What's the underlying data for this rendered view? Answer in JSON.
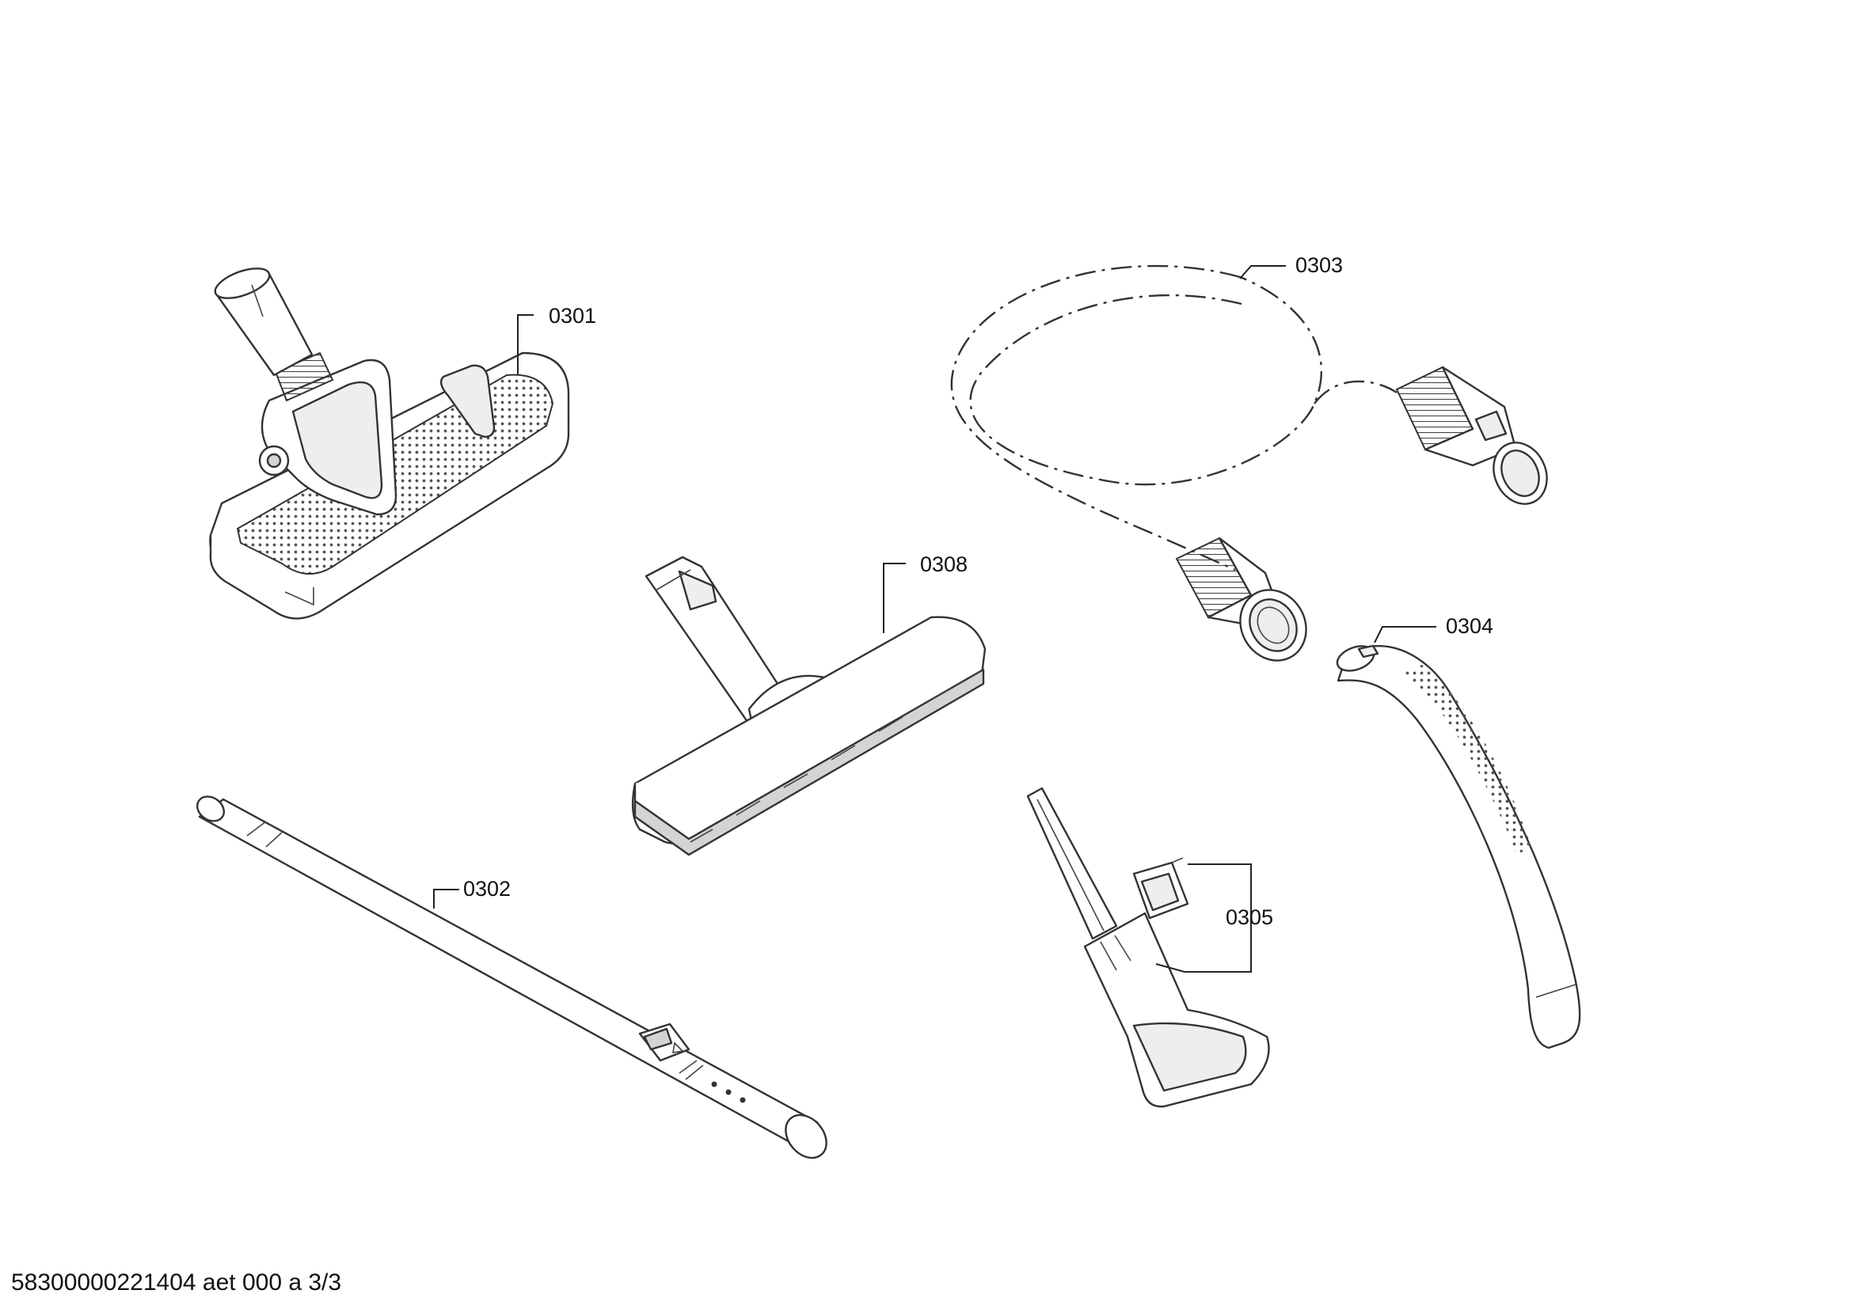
{
  "parts": [
    {
      "id": "0301",
      "label": "0301",
      "description": "floor nozzle"
    },
    {
      "id": "0302",
      "label": "0302",
      "description": "telescopic tube"
    },
    {
      "id": "0303",
      "label": "0303",
      "description": "suction hose"
    },
    {
      "id": "0304",
      "label": "0304",
      "description": "handle"
    },
    {
      "id": "0305",
      "label": "0305",
      "description": "crevice nozzle with clip"
    },
    {
      "id": "0308",
      "label": "0308",
      "description": "parquet nozzle"
    }
  ],
  "footer": {
    "text": "58300000221404 aet 000 a 3/3"
  }
}
